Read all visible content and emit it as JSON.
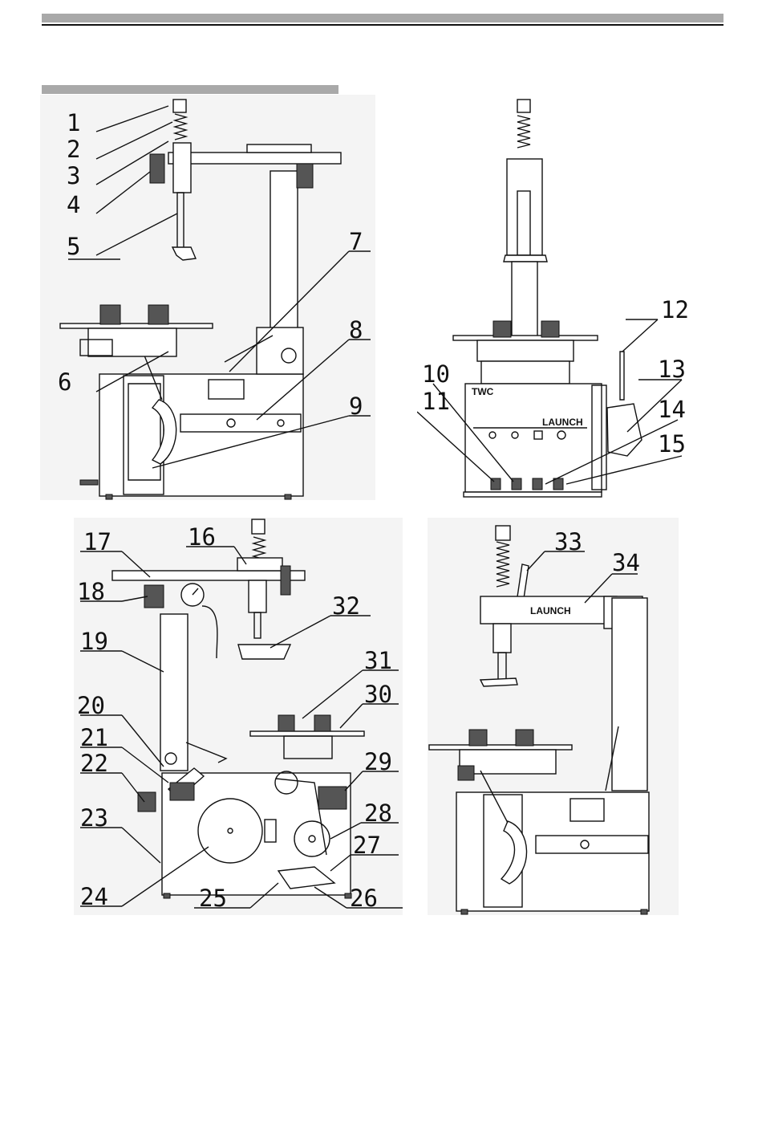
{
  "header": {
    "rule_color": "#a9a9a9",
    "line_color": "#111111"
  },
  "figures": {
    "front_view": {
      "callouts": [
        "1",
        "2",
        "3",
        "4",
        "5",
        "6",
        "7",
        "8",
        "9"
      ]
    },
    "side_view": {
      "callouts": [
        "10",
        "11",
        "12",
        "13",
        "14",
        "15"
      ],
      "panel_text": {
        "model": "TWC",
        "brand": "LAUNCH"
      }
    },
    "rear_view": {
      "callouts": [
        "16",
        "17",
        "18",
        "19",
        "20",
        "21",
        "22",
        "23",
        "24",
        "25",
        "26",
        "27",
        "28",
        "29",
        "30",
        "31",
        "32"
      ]
    },
    "iso_view": {
      "callouts": [
        "33",
        "34"
      ],
      "arm_text": "LAUNCH"
    }
  }
}
